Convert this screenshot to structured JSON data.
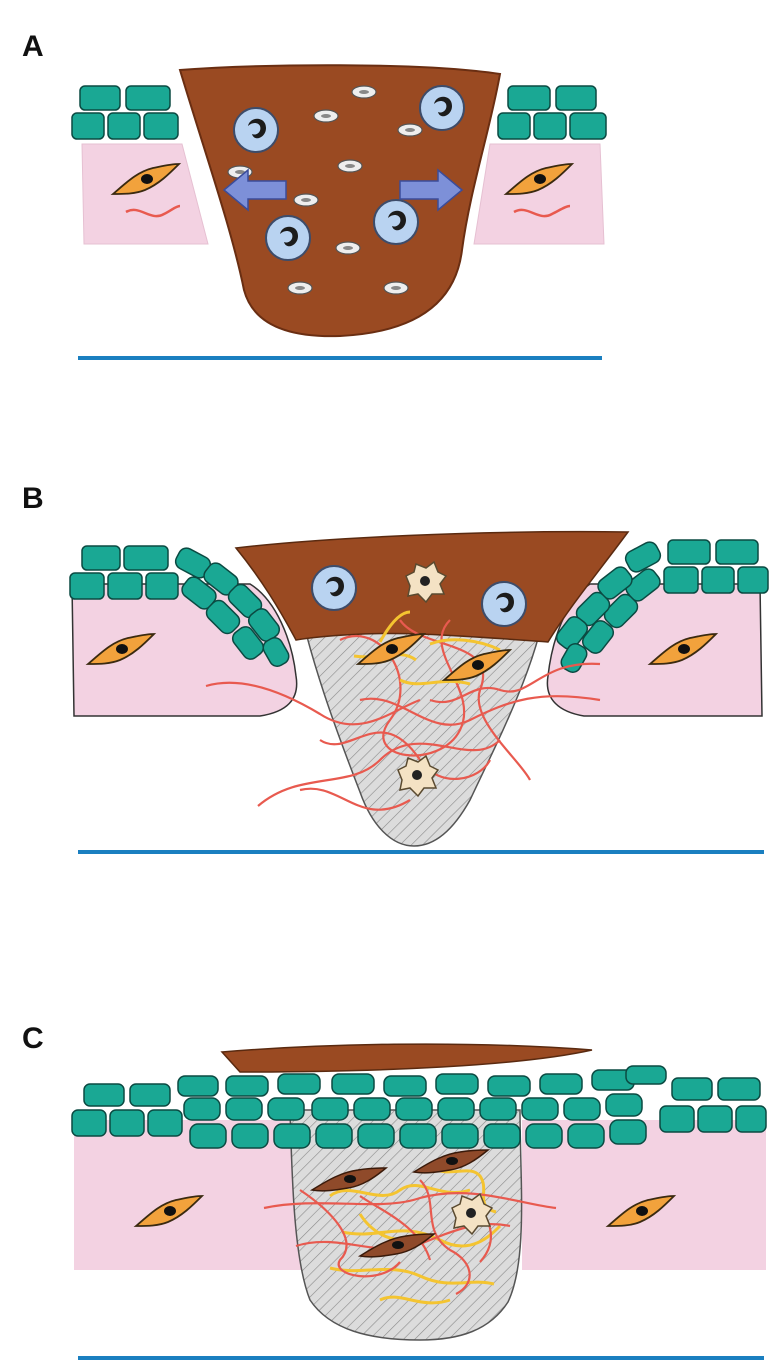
{
  "panels": [
    {
      "label": "A"
    },
    {
      "label": "B"
    },
    {
      "label": "C"
    }
  ],
  "colors": {
    "epithelium": "#1aa894",
    "epithelium_stroke": "#0b4a42",
    "dermis": "#f3d2e2",
    "clot": "#9a4a22",
    "fibroblast": "#f2a23c",
    "leukocyte": "#b9d3f1",
    "granulation": "#d9d9d9",
    "fibrin": "#e85a4f",
    "collagen": "#f4c430",
    "baseline": "#1a7fc0",
    "arrow": "#6f86d3"
  },
  "icons": {
    "leukocyte": "neutrophil-icon",
    "fibroblast": "fibroblast-icon",
    "macrophage": "macrophage-icon",
    "platelet": "platelet-icon",
    "migration_arrow": "migration-arrow-icon"
  }
}
